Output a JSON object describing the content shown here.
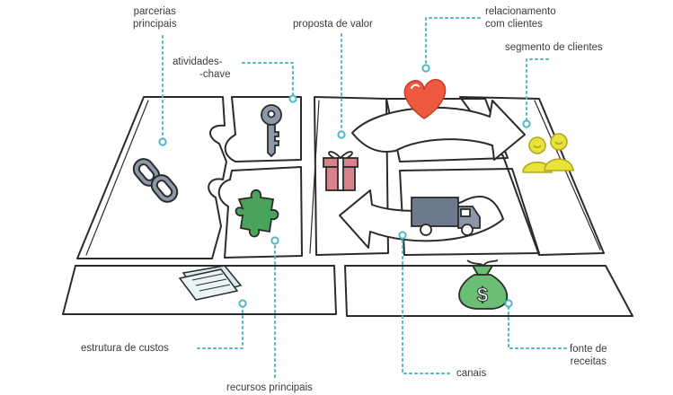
{
  "labels": {
    "parcerias": [
      "parcerias",
      "principais"
    ],
    "atividades": [
      "atividades-",
      "-chave"
    ],
    "proposta": "proposta de valor",
    "relacionamento": [
      "relacionamento",
      "com clientes"
    ],
    "segmento": "segmento de clientes",
    "custos": "estrutura de custos",
    "recursos": "recursos principais",
    "canais": "canais",
    "receitas": [
      "fonte de",
      "receitas"
    ]
  },
  "colors": {
    "outline": "#2b2b2b",
    "connector": "#4fb8c4",
    "heart": "#ee5a3f",
    "gift": "#d9828c",
    "puzzle": "#4aa35a",
    "key": "#8c98a8",
    "chain": "#8c98a8",
    "money_bag": "#6bbf74",
    "people": "#e9e23a",
    "truck": "#6c7a8c",
    "paper": "#d7ecef"
  },
  "icons": [
    "chain-icon",
    "key-icon",
    "puzzle-icon",
    "gift-icon",
    "heart-icon",
    "truck-icon",
    "people-icon",
    "documents-icon",
    "money-bag-icon"
  ]
}
